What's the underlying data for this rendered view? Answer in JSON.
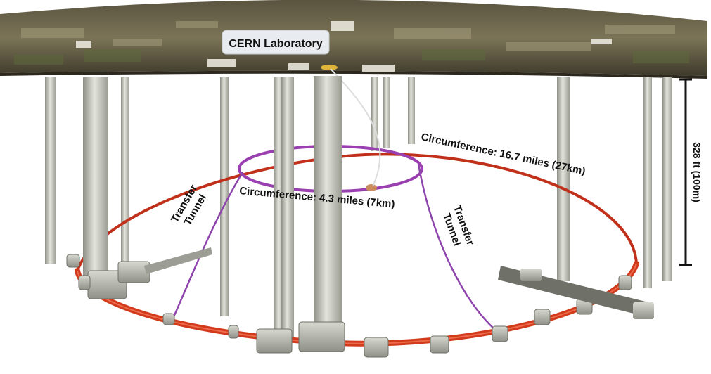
{
  "labels": {
    "cern": "CERN Laboratory",
    "lhc_circumference": "Circumference: 16.7 miles (27km)",
    "sps_circumference": "Circumference: 4.3 miles (7km)",
    "transfer_left_line1": "Transfer",
    "transfer_left_line2": "Tunnel",
    "transfer_right_line1": "Transfer",
    "transfer_right_line2": "Tunnel",
    "depth": "328 ft (100m)"
  },
  "colors": {
    "surface_dark": "#3f3a2a",
    "surface_light": "#8b8466",
    "lhc_ring": "#d23a1c",
    "sps_ring": "#9a3fb0",
    "transfer_tunnel": "#8e44ad",
    "shaft": "#c9cbc2",
    "shaft_shadow": "#8d8f86",
    "label_box": "#e8ecf0"
  }
}
